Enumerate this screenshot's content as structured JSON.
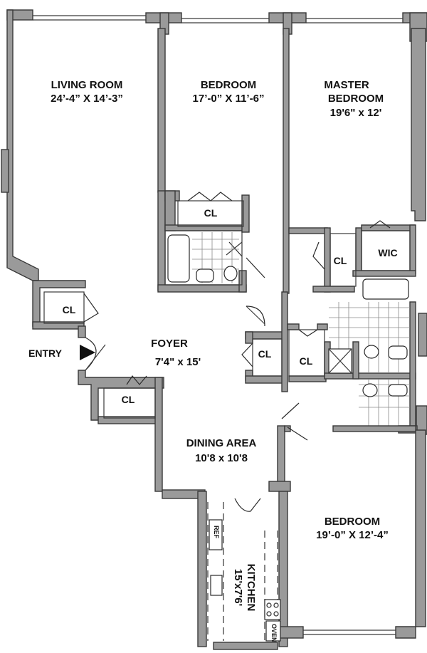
{
  "rooms": {
    "living_room": {
      "name": "LIVING ROOM",
      "dims": "24’-4” X 14’-3”"
    },
    "bedroom_1": {
      "name": "BEDROOM",
      "dims": "17’-0” X 11’-6”"
    },
    "master_bedroom": {
      "name_line1": "MASTER",
      "name_line2": "BEDROOM",
      "dims": "19'6\" x 12'"
    },
    "foyer": {
      "name": "FOYER",
      "dims": "7'4\" x 15'"
    },
    "dining_area": {
      "name": "DINING AREA",
      "dims": "10'8 x 10'8"
    },
    "bedroom_2": {
      "name": "BEDROOM",
      "dims": "19’-0” X 12’-4”"
    },
    "kitchen": {
      "name": "KITCHEN",
      "dims": "15'x7'6'"
    }
  },
  "closets": {
    "cl": "CL",
    "wic": "WIC"
  },
  "entry": "ENTRY",
  "appliances": {
    "ref": "REF",
    "oven": "OVEN"
  }
}
